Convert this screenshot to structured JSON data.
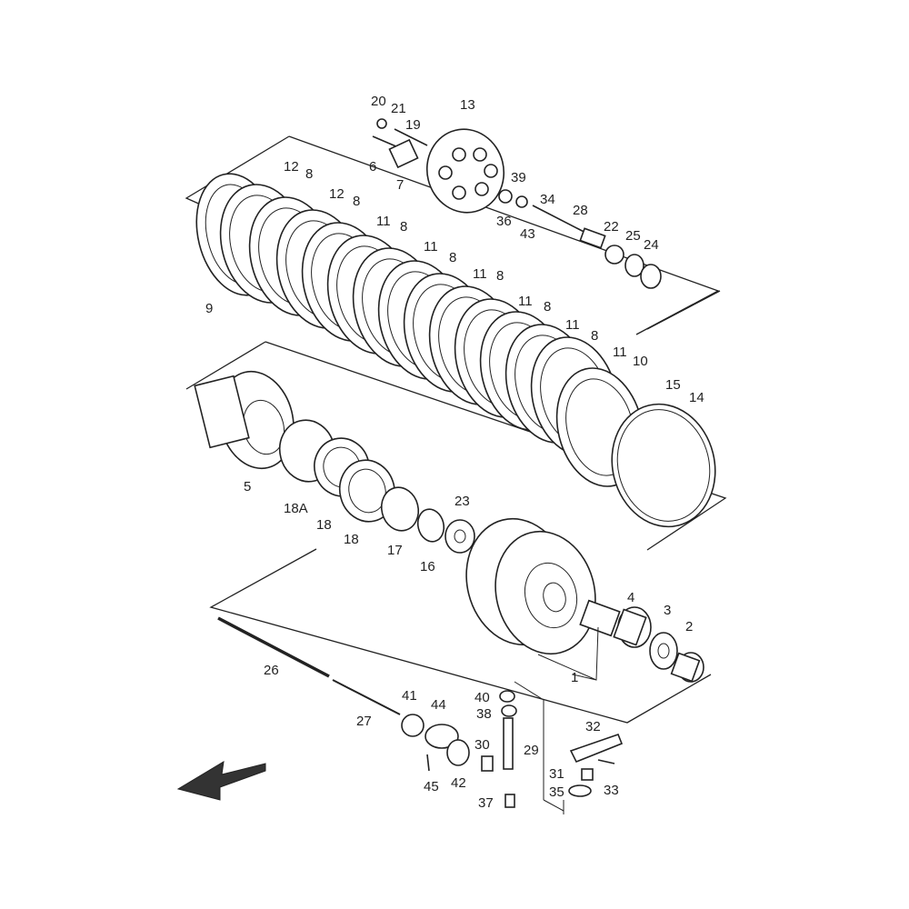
{
  "parts": [
    {
      "id": "p1",
      "label": "1"
    },
    {
      "id": "p2",
      "label": "2"
    },
    {
      "id": "p3",
      "label": "3"
    },
    {
      "id": "p4",
      "label": "4"
    },
    {
      "id": "p5",
      "label": "5"
    },
    {
      "id": "p6",
      "label": "6"
    },
    {
      "id": "p7",
      "label": "7"
    },
    {
      "id": "p8a",
      "label": "8"
    },
    {
      "id": "p8b",
      "label": "8"
    },
    {
      "id": "p8c",
      "label": "8"
    },
    {
      "id": "p8d",
      "label": "8"
    },
    {
      "id": "p8e",
      "label": "8"
    },
    {
      "id": "p8f",
      "label": "8"
    },
    {
      "id": "p8g",
      "label": "8"
    },
    {
      "id": "p8h",
      "label": "8"
    },
    {
      "id": "p9",
      "label": "9"
    },
    {
      "id": "p10",
      "label": "10"
    },
    {
      "id": "p11a",
      "label": "11"
    },
    {
      "id": "p11b",
      "label": "11"
    },
    {
      "id": "p11c",
      "label": "11"
    },
    {
      "id": "p11d",
      "label": "11"
    },
    {
      "id": "p11e",
      "label": "11"
    },
    {
      "id": "p11f",
      "label": "11"
    },
    {
      "id": "p12a",
      "label": "12"
    },
    {
      "id": "p12b",
      "label": "12"
    },
    {
      "id": "p13",
      "label": "13"
    },
    {
      "id": "p14",
      "label": "14"
    },
    {
      "id": "p15",
      "label": "15"
    },
    {
      "id": "p16",
      "label": "16"
    },
    {
      "id": "p17",
      "label": "17"
    },
    {
      "id": "p18a",
      "label": "18"
    },
    {
      "id": "p18b",
      "label": "18"
    },
    {
      "id": "p18A",
      "label": "18A"
    },
    {
      "id": "p19",
      "label": "19"
    },
    {
      "id": "p20",
      "label": "20"
    },
    {
      "id": "p21",
      "label": "21"
    },
    {
      "id": "p22",
      "label": "22"
    },
    {
      "id": "p23",
      "label": "23"
    },
    {
      "id": "p24",
      "label": "24"
    },
    {
      "id": "p25",
      "label": "25"
    },
    {
      "id": "p26",
      "label": "26"
    },
    {
      "id": "p27",
      "label": "27"
    },
    {
      "id": "p28",
      "label": "28"
    },
    {
      "id": "p29",
      "label": "29"
    },
    {
      "id": "p30",
      "label": "30"
    },
    {
      "id": "p31",
      "label": "31"
    },
    {
      "id": "p32",
      "label": "32"
    },
    {
      "id": "p33",
      "label": "33"
    },
    {
      "id": "p34",
      "label": "34"
    },
    {
      "id": "p35",
      "label": "35"
    },
    {
      "id": "p36",
      "label": "36"
    },
    {
      "id": "p37",
      "label": "37"
    },
    {
      "id": "p38",
      "label": "38"
    },
    {
      "id": "p39",
      "label": "39"
    },
    {
      "id": "p40",
      "label": "40"
    },
    {
      "id": "p41",
      "label": "41"
    },
    {
      "id": "p42",
      "label": "42"
    },
    {
      "id": "p43",
      "label": "43"
    },
    {
      "id": "p44",
      "label": "44"
    },
    {
      "id": "p45",
      "label": "45"
    }
  ],
  "direction_arrow_icon": "front-direction-arrow-icon"
}
